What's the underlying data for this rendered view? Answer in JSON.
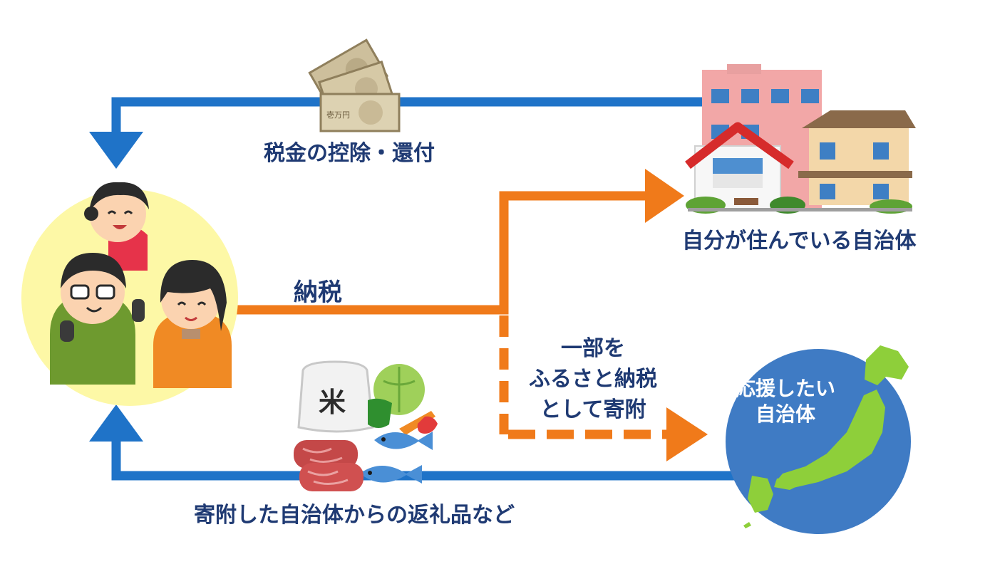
{
  "labels": {
    "deduction": "税金の控除・還付",
    "nozei": "納税",
    "donation_line1": "一部を",
    "donation_line2": "ふるさと納税",
    "donation_line3": "として寄附",
    "home_municipality": "自分が住んでいる自治体",
    "returns": "寄附した自治体からの返礼品など",
    "support_line1": "応援したい",
    "support_line2": "自治体"
  },
  "rice_bag_mark": "米",
  "banknote_text": "壱万円",
  "colors": {
    "blue_arrow": "#1f73c8",
    "orange_arrow": "#f07a1a",
    "label_text": "#1f3a73",
    "globe": "#3f7bc4",
    "japan": "#8ecf3a",
    "family_bg": "#fdf8a6"
  },
  "icons": [
    "banknotes-icon",
    "family-icon",
    "buildings-icon",
    "globe-japan-icon",
    "rice-bag-icon",
    "vegetables-icon",
    "fish-icon",
    "meat-icon"
  ]
}
